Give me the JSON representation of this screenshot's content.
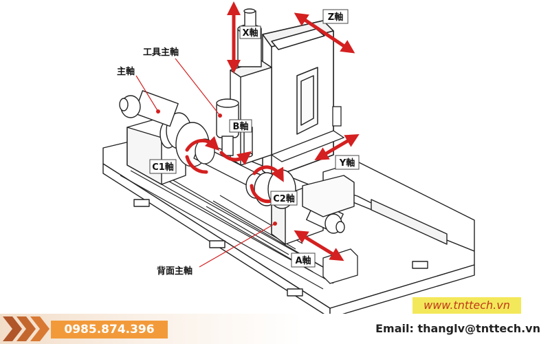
{
  "labels": {
    "x_axis": "X軸",
    "z_axis": "Z軸",
    "tool_spindle": "工具主軸",
    "main_spindle": "主軸",
    "b_axis": "B軸",
    "c1_axis": "C1軸",
    "y_axis": "Y軸",
    "c2_axis": "C2軸",
    "back_spindle": "背面主軸",
    "a_axis": "A軸"
  },
  "footer": {
    "phone": "0985.874.396",
    "email": "Email: thanglv@tnttech.vn",
    "website": "www.tnttech.vn"
  },
  "colors": {
    "arrow_red": "#d42020",
    "label_box_border": "#444444",
    "phone_bg": "#f29a3a",
    "website_bg": "#f3e85a",
    "website_text": "#c03a1a",
    "chevron": "#b0562a"
  }
}
